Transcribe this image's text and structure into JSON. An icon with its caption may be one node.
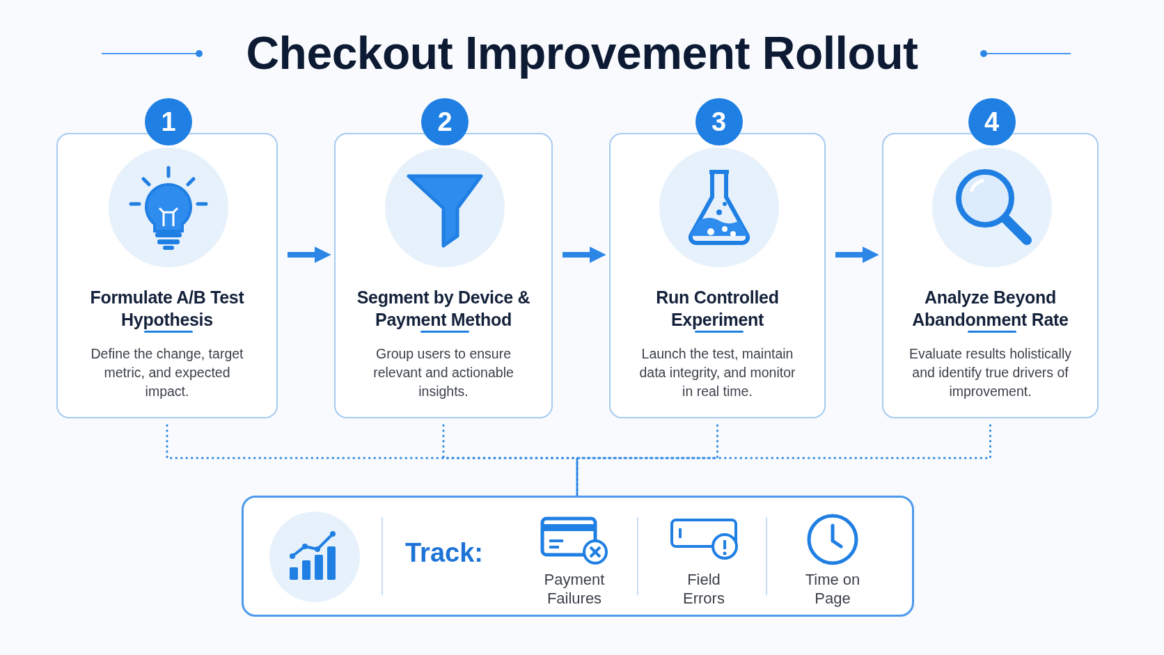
{
  "diagram": {
    "title": "Checkout Improvement Rollout",
    "nodes": [
      {
        "text": [
          "1",
          "Formulate A/B Test Hypothesis",
          "Define the change, target metric, and expected impact."
        ]
      },
      {
        "text": [
          "2",
          "Segment by Device & Payment Method",
          "Group users to ensure relevant and actionable insights."
        ]
      },
      {
        "text": [
          "3",
          "Run Controlled Experiment",
          "Launch the test, maintain data integrity, and monitor in real time."
        ]
      },
      {
        "text": [
          "4",
          "Analyze Beyond Abandonment Rate",
          "Evaluate results holistically and identify true drivers of improvement."
        ]
      },
      {
        "text": [
          "Track:"
        ]
      }
    ],
    "edges": [
      {
        "from": 0,
        "to": 1,
        "arrow": "to",
        "style": "thick"
      },
      {
        "from": 1,
        "to": 2,
        "arrow": "to",
        "style": "thick"
      },
      {
        "from": 2,
        "to": 3,
        "arrow": "to",
        "style": "thick"
      },
      {
        "from": 0,
        "to": 4,
        "arrow": "none",
        "style": "dashed"
      },
      {
        "from": 1,
        "to": 4,
        "arrow": "none",
        "style": "dashed"
      },
      {
        "from": 2,
        "to": 4,
        "arrow": "none",
        "style": "dashed"
      },
      {
        "from": 3,
        "to": 4,
        "arrow": "none",
        "style": "dashed"
      }
    ],
    "labels": [
      "Payment Failures",
      "Field Errors",
      "Time on Page"
    ]
  }
}
